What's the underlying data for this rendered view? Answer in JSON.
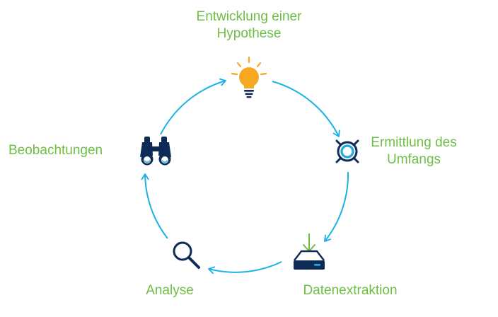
{
  "colors": {
    "accent_green": "#6ebe44",
    "cycle_blue": "#1ab3e6",
    "icon_navy": "#0d2b56",
    "bulb_orange": "#f7a823",
    "scope_ring": "#23a9d8"
  },
  "steps": [
    {
      "line1": "Entwicklung einer",
      "line2": "Hypothese",
      "icon": "lightbulb-icon"
    },
    {
      "line1": "Ermittlung des",
      "line2": "Umfangs",
      "icon": "target-scope-icon"
    },
    {
      "line1": "Datenextraktion",
      "line2": "",
      "icon": "data-extraction-icon"
    },
    {
      "line1": "Analyse",
      "line2": "",
      "icon": "magnifier-icon"
    },
    {
      "line1": "Beobachtungen",
      "line2": "",
      "icon": "binoculars-icon"
    }
  ]
}
